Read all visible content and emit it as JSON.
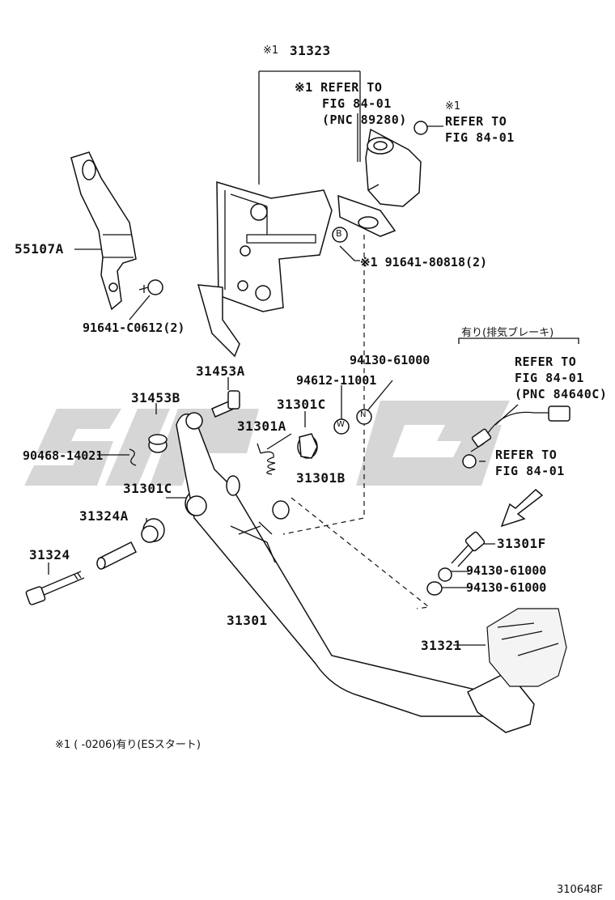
{
  "watermark": {
    "text": "SIPG",
    "color": "#c8c8c8"
  },
  "labels": {
    "p31323": "31323",
    "mark1": "※1",
    "refer1_l1": "※1 REFER TO",
    "refer1_l2": "FIG 84-01",
    "refer1_l3": "(PNC 89280)",
    "refer2_mark": "※1",
    "refer2_l1": "REFER TO",
    "refer2_l2": "FIG 84-01",
    "p55107A": "55107A",
    "p91641_80818": "※1 91641-80818(2)",
    "p91641_C0612": "91641-C0612(2)",
    "exhaust_brake": "有り(排気ブレーキ)",
    "refer3_l1": "REFER TO",
    "refer3_l2": "FIG 84-01",
    "refer3_l3": "(PNC 84640C)",
    "refer4_l1": "REFER TO",
    "refer4_l2": "FIG 84-01",
    "p94130_top": "94130-61000",
    "p94612": "94612-11001",
    "p31453A": "31453A",
    "p31453B": "31453B",
    "p31301C_top": "31301C",
    "p31301A": "31301A",
    "p90468": "90468-14021",
    "p31301B": "31301B",
    "p31301C_left": "31301C",
    "p31324A": "31324A",
    "p31301F": "31301F",
    "p31324": "31324",
    "p94130_mid": "94130-61000",
    "p94130_bot": "94130-61000",
    "p31301": "31301",
    "p31321": "31321",
    "footnote": "※1 (      -0206)有り(ESスタート)",
    "figure_code": "310648F"
  },
  "markers": {
    "B": "B",
    "W": "W",
    "N": "N"
  }
}
